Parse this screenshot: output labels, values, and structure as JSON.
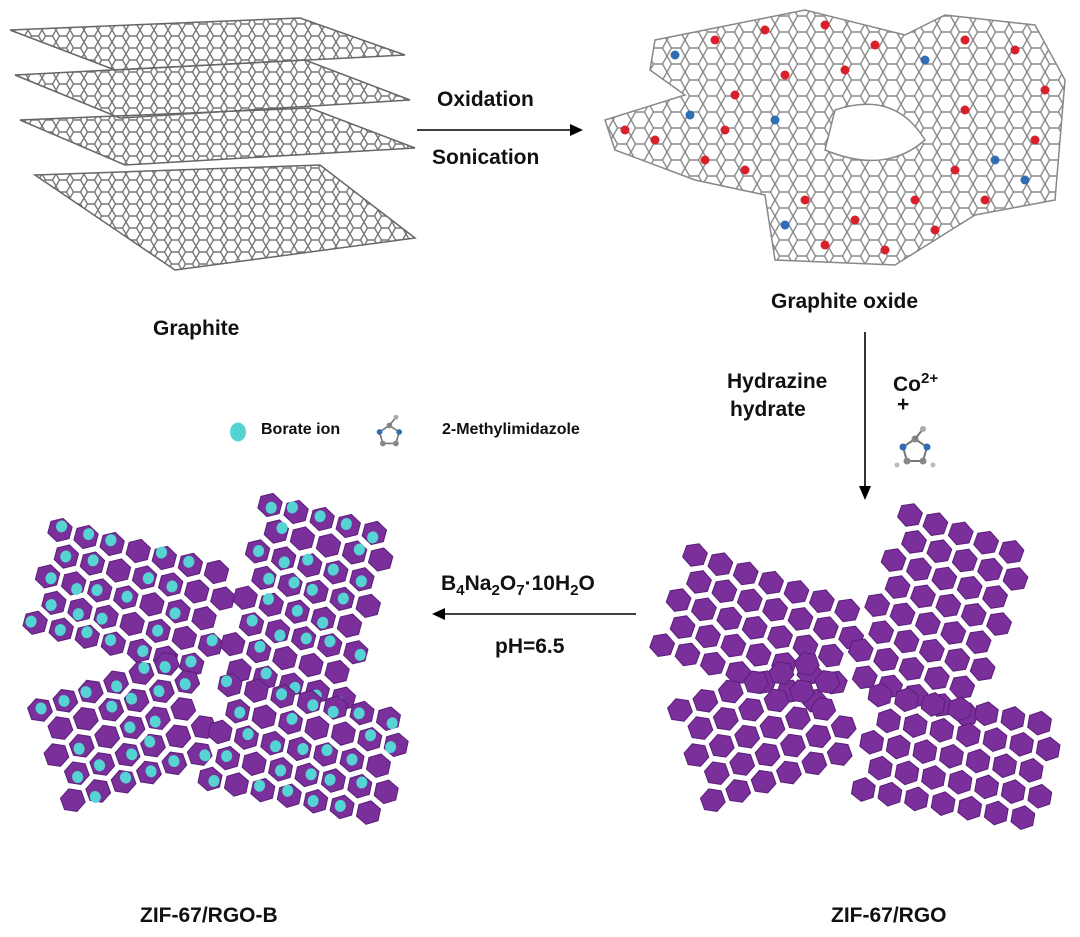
{
  "step1": {
    "top": "Oxidation",
    "bottom": "Sonication"
  },
  "step2": {
    "left_line1": "Hydrazine",
    "left_line2": "hydrate",
    "co_base": "Co",
    "co_charge": "2+",
    "plus": "+"
  },
  "step3": {
    "B": "B",
    "B_sub": "4",
    "Na": "Na",
    "Na_sub": "2",
    "O": "O",
    "O_sub": "7",
    "water": "·10H",
    "H_sub": "2",
    "O2": "O",
    "bottom": "pH=6.5"
  },
  "labels": {
    "graphite": "Graphite",
    "graphite_oxide": "Graphite oxide",
    "zif_rgo": "ZIF-67/RGO",
    "zif_rgo_b": "ZIF-67/RGO-B"
  },
  "legend": {
    "borate": "Borate ion",
    "mim": "2-Methylimidazole"
  },
  "colors": {
    "purple": "#7a2f9b",
    "cyan": "#56d3d3",
    "oxygen": "#d81f2a",
    "carbon": "#8a8a8a",
    "nitrogen": "#2f6db5"
  }
}
